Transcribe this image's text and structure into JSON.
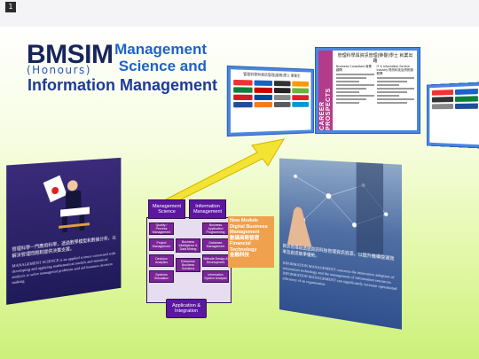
{
  "page_number": "1",
  "title": {
    "bmsim": "BMSIM",
    "honours": "(Honours)",
    "management_science_line1": "Management",
    "management_science_line2": "Science and",
    "info_management": "Information Management"
  },
  "cards": {
    "alumni_title": "管理科學與資訊管理(榮譽)學士 畢業生",
    "career_band": "CAREER PROSPECTS",
    "career_title": "管理科學與資訊管理(榮譽)學士 就業出路",
    "career_col1": "Business Consultant 商業顧問",
    "career_col2": "IT & Information Service Industry 資訊科技及資訊服務業"
  },
  "colors": {
    "navy": "#16255a",
    "blue": "#1d63c8",
    "purple_box": "#6a1c86",
    "orange_box": "#f0a14d",
    "arrow_yellow": "#f3e433"
  },
  "diagram": {
    "top_left": "Management Science",
    "top_right": "Information Management",
    "left_items": [
      "Quality / Process Management",
      "Project Management",
      "Decision Analytics",
      "Systems Simulation"
    ],
    "mid_items": [
      "Business Intelligence & Data Mining",
      "Enterprise Business Solutions"
    ],
    "right_items": [
      "Business Application Programming",
      "Database Management",
      "Website Design & Development",
      "Information System Analysis"
    ],
    "bottom": "Application & Integration"
  },
  "new_module": {
    "line1": "New Module",
    "line2": "Digital Business Management",
    "line3": "數碼商務管理",
    "line4": "Financial Technology",
    "line5": "金融科技"
  },
  "left_panel": {
    "text_zh": "管理科學一門應用科學，透過數學模型和數據分析，以解決管理問題和提供決策支援。",
    "text_en": "MANAGEMENT SCIENCE is an applied science concerned with developing and applying mathematical models and statistical analysis to solve managerial problems and aid business decision making."
  },
  "right_panel": {
    "text_zh": "資訊管理是透過資訊科技管理資訊資源，以提升機構營運效率及創造競爭優勢。",
    "text_en": "INFORMATION MANAGEMENT concerns the innovative adoption of information technology and the management of information resources. INFORMATION MANAGEMENT can significantly increase operational efficiency of an organization."
  }
}
